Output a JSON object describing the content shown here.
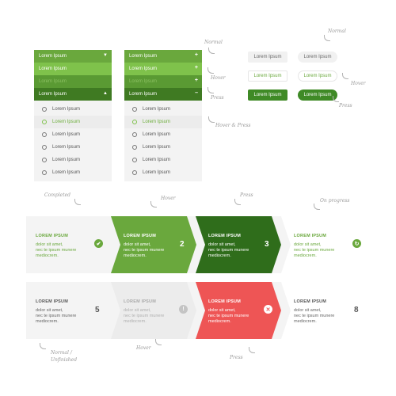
{
  "colors": {
    "green_main": "#6aa83d",
    "green_light": "#7fc24b",
    "green_dark": "#3f7a22",
    "green_darkest": "#2f6d1b",
    "red": "#ee5555",
    "grey_bg": "#f3f3f3"
  },
  "dropdowns": {
    "left": {
      "rows": [
        "Lorem Ipsum",
        "Lorem Ipsum",
        "Lorem Ipsum",
        "Lorem Ipsum"
      ],
      "items": [
        "Lorem Ipsum",
        "Lorem Ipsum",
        "Lorem Ipsum",
        "Lorem Ipsum",
        "Lorem Ipsum",
        "Lorem Ipsum"
      ]
    },
    "right": {
      "rows": [
        "Lorem Ipsum",
        "Lorem Ipsum",
        "Lorem Ipsum",
        "Lorem Ipsum"
      ],
      "items": [
        "Lorem Ipsum",
        "Lorem Ipsum",
        "Lorem Ipsum",
        "Lorem Ipsum",
        "Lorem Ipsum",
        "Lorem Ipsum"
      ]
    }
  },
  "buttons": {
    "rect_normal": "Lorem Ipsum",
    "rect_hover": "Lorem Ipsum",
    "rect_press": "Lorem Ipsum",
    "pill_normal": "Lorem Ipsum",
    "pill_hover": "Lorem Ipsum",
    "pill_press": "Lorem Ipsum"
  },
  "annotations": {
    "normal": "Normal",
    "hover": "Hover",
    "press": "Press",
    "hover_press": "Hover & Press",
    "normal_right": "Normal",
    "hover_right": "Hover",
    "press_right": "Press",
    "completed": "Completed",
    "hover_steps": "Hover",
    "press_steps": "Press",
    "on_progress": "On progress",
    "normal_unfinished": "Normal /\nUnfinished",
    "hover_bottom": "Hover",
    "press_bottom": "Press"
  },
  "steps_top": [
    {
      "title": "LOREM IPSUM",
      "body": "dolor sit amet,\nnec te ipsum munere\nmediocrem.",
      "marker": "✔",
      "state": "completed"
    },
    {
      "title": "LOREM IPSUM",
      "body": "dolor sit amet,\nnec te ipsum munere\nmediocrem.",
      "marker": "2",
      "state": "hover"
    },
    {
      "title": "LOREM IPSUM",
      "body": "dolor sit amet,\nnec te ipsum munere\nmediocrem.",
      "marker": "3",
      "state": "press"
    },
    {
      "title": "LOREM IPSUM",
      "body": "dolor sit amet,\nnec te ipsum munere\nmediocrem.",
      "marker": "↻",
      "state": "on-progress"
    }
  ],
  "steps_bottom": [
    {
      "title": "LOREM IPSUM",
      "body": "dolor sit amet,\nnec te ipsum munere\nmediocrem.",
      "marker": "5",
      "state": "normal"
    },
    {
      "title": "LOREM IPSUM",
      "body": "dolor sit amet,\nnec te ipsum munere\nmediocrem.",
      "marker": "!",
      "state": "hover-disabled"
    },
    {
      "title": "LOREM IPSUM",
      "body": "dolor sit amet,\nnec te ipsum munere\nmediocrem.",
      "marker": "✕",
      "state": "error"
    },
    {
      "title": "LOREM IPSUM",
      "body": "dolor sit amet,\nnec te ipsum munere\nmediocrem.",
      "marker": "8",
      "state": "normal"
    }
  ]
}
